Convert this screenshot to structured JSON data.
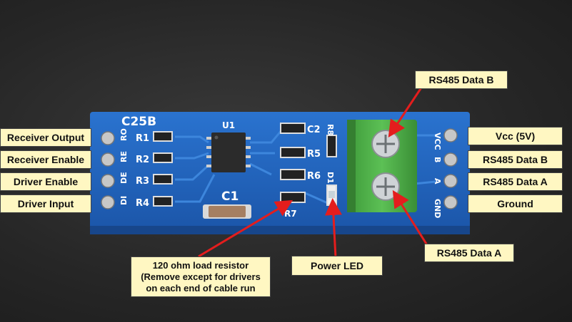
{
  "board": {
    "name": "C25B",
    "chip_label": "U1",
    "cap_label": "C1",
    "resistors": [
      "R1",
      "R2",
      "R3",
      "R4"
    ],
    "right_parts": [
      "C2",
      "R5",
      "R6",
      "R7",
      "R8",
      "D1"
    ],
    "left_pins": [
      "RO",
      "RE",
      "DE",
      "DI"
    ],
    "right_pins": [
      "VCC",
      "B",
      "A",
      "GND"
    ]
  },
  "labels": {
    "receiver_output": "Receiver Output",
    "receiver_enable": "Receiver Enable",
    "driver_enable": "Driver Enable",
    "driver_input": "Driver Input",
    "vcc": "Vcc (5V)",
    "data_b_right": "RS485 Data B",
    "data_a_right": "RS485 Data A",
    "ground": "Ground",
    "data_b_top": "RS485 Data B",
    "data_a_bottom": "RS485 Data A",
    "power_led": "Power LED",
    "load_resistor_line1": "120 ohm load resistor",
    "load_resistor_line2": "(Remove except for drivers",
    "load_resistor_line3": "on each end of cable run"
  },
  "colors": {
    "board_blue": "#1f5fb8",
    "terminal_green": "#4fb04a",
    "label_bg": "#fff7c2",
    "arrow_red": "#e41d1d"
  }
}
